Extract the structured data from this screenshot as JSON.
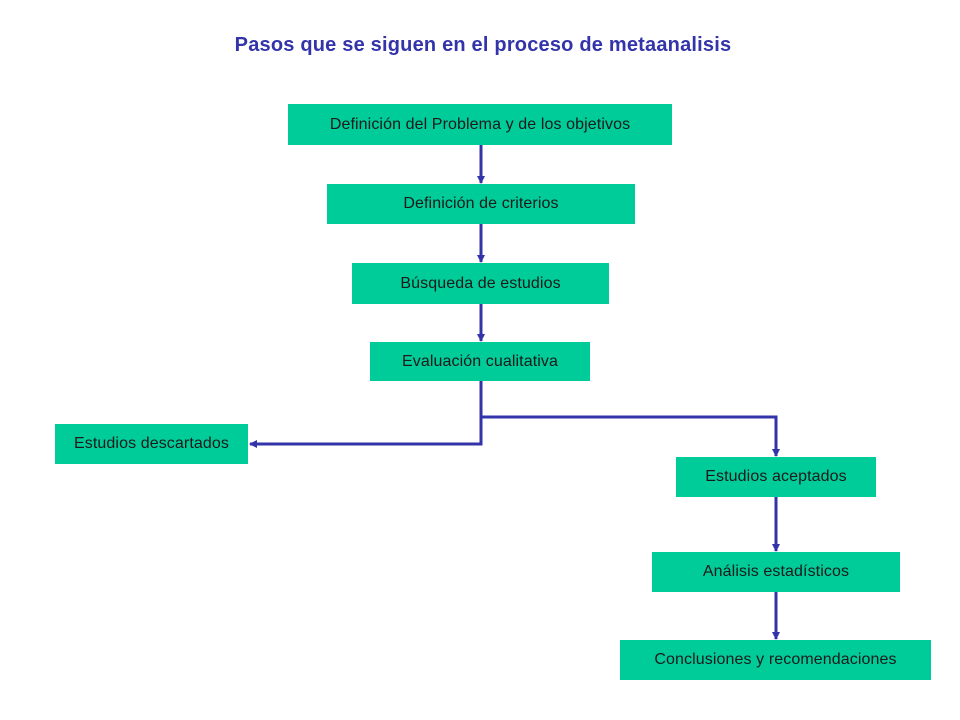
{
  "title": "Pasos que se siguen en el proceso de metaanalisis",
  "colors": {
    "box_fill": "#00cc99",
    "arrow": "#3333aa",
    "title": "#3333aa"
  },
  "steps": {
    "problem": "Definición del Problema y de los objetivos",
    "criteria": "Definición  de criterios",
    "search": "Búsqueda de estudios",
    "evaluation": "Evaluación  cualitativa",
    "discarded": "Estudios descartados",
    "accepted": "Estudios aceptados",
    "analysis": "Análisis  estadísticos",
    "conclusions": "Conclusiones  y recomendaciones"
  }
}
